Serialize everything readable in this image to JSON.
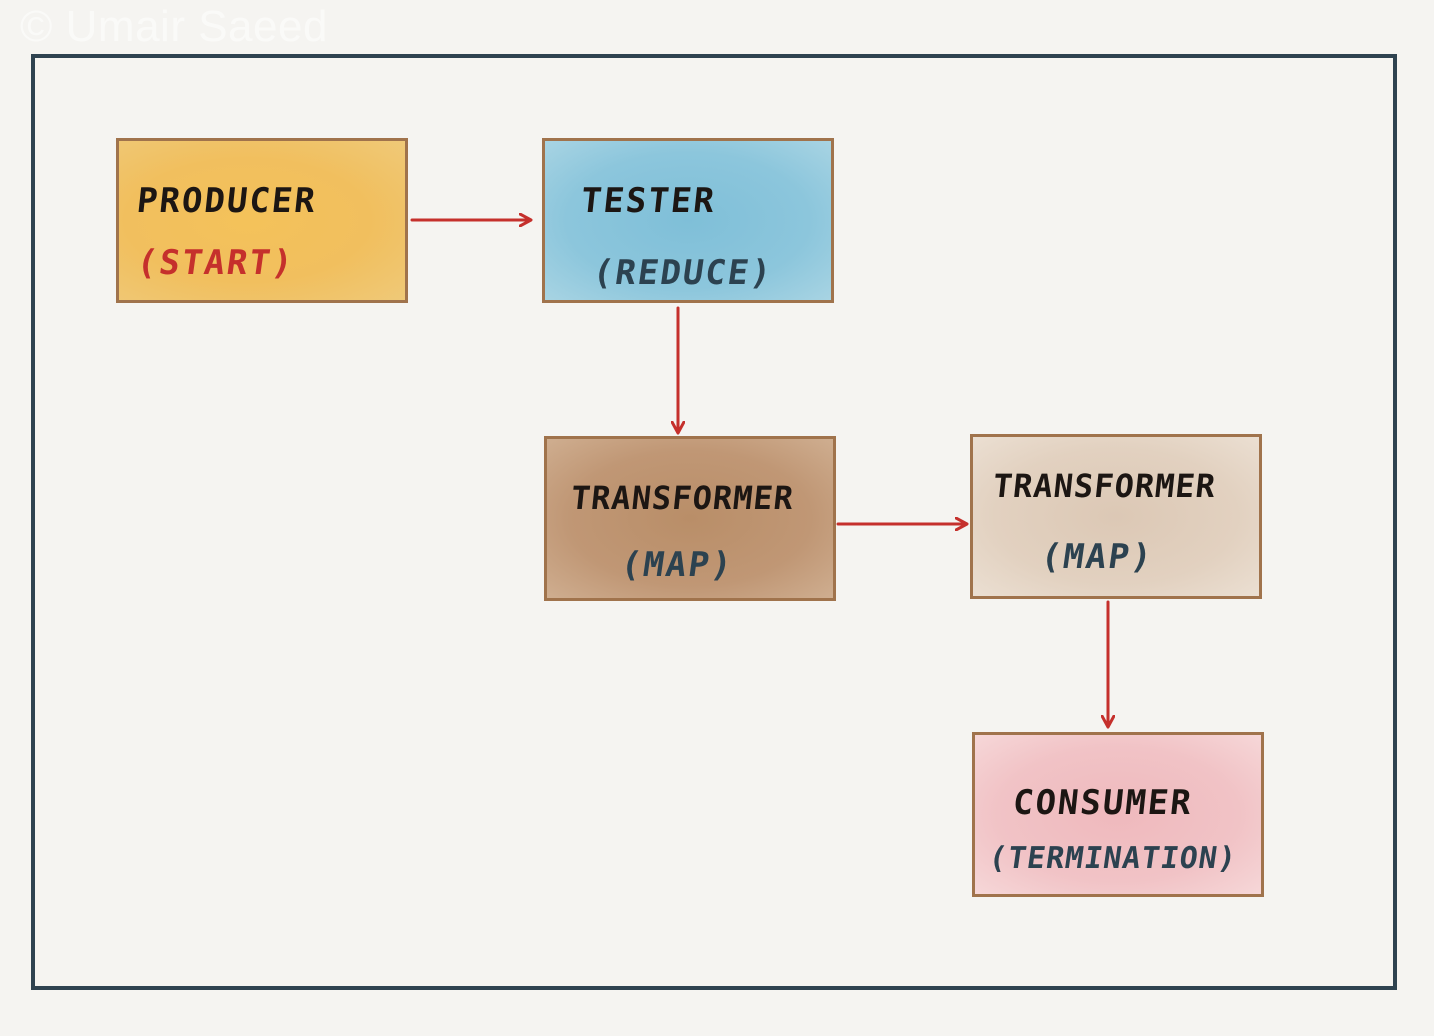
{
  "watermark": "© Umair Saeed",
  "colors": {
    "frame": "#2f4350",
    "arrow": "#c5302c",
    "box_border": "#a0734c",
    "producer_fill": "#f1bf5e",
    "tester_fill": "#8cc6dc",
    "transformer1_fill": "#c09775",
    "transformer2_fill": "#e2d1c0",
    "consumer_fill": "#f1c3c6"
  },
  "nodes": {
    "producer": {
      "title": "Producer",
      "sub": "(Start)"
    },
    "tester": {
      "title": "Tester",
      "sub": "(Reduce)"
    },
    "transformer1": {
      "title": "Transformer",
      "sub": "(Map)"
    },
    "transformer2": {
      "title": "Transformer",
      "sub": "(Map)"
    },
    "consumer": {
      "title": "Consumer",
      "sub": "(Termination)"
    }
  },
  "edges": [
    {
      "from": "producer",
      "to": "tester"
    },
    {
      "from": "tester",
      "to": "transformer1"
    },
    {
      "from": "transformer1",
      "to": "transformer2"
    },
    {
      "from": "transformer2",
      "to": "consumer"
    }
  ]
}
